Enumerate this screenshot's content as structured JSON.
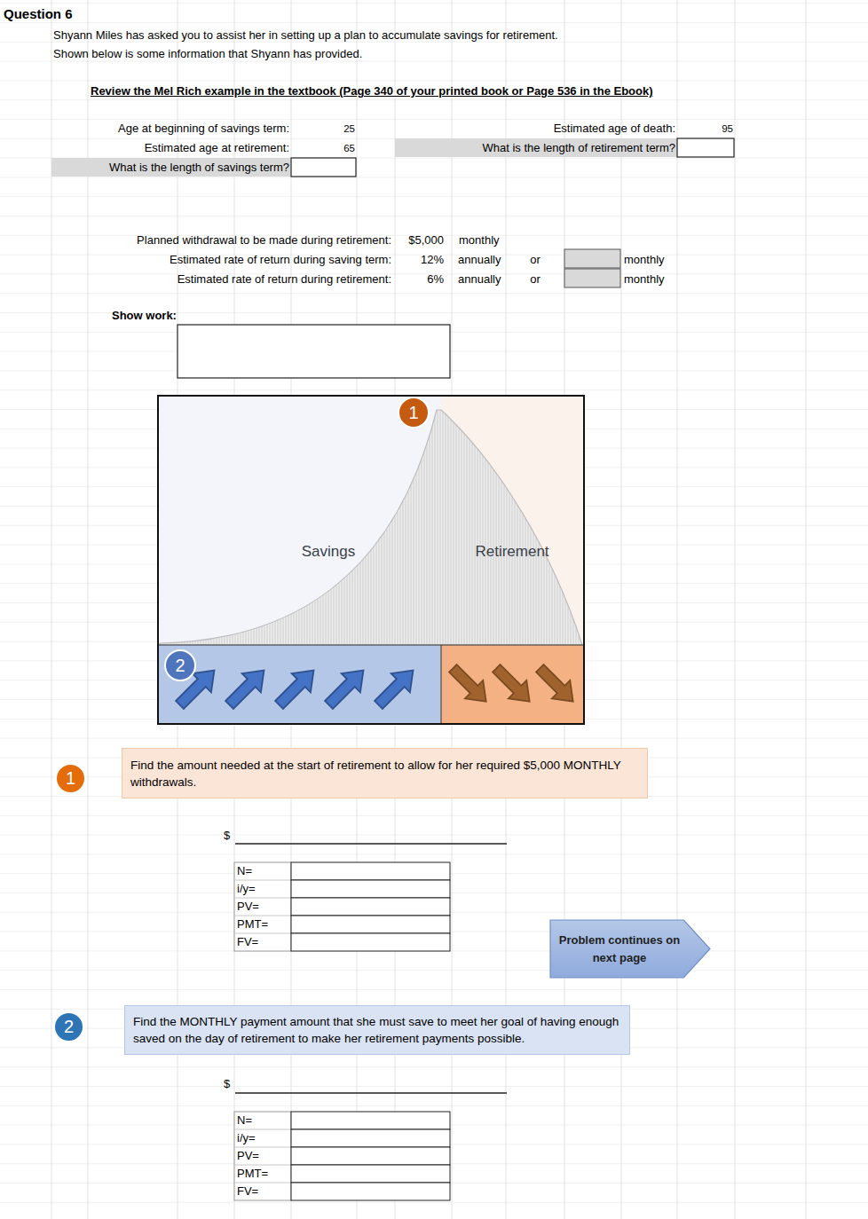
{
  "diagram": {
    "title": "Question 6",
    "nodes": [
      {
        "text": [
          "1"
        ]
      },
      {
        "text": [
          "Savings"
        ]
      },
      {
        "text": [
          "Retirement"
        ]
      },
      {
        "text": [
          "2"
        ]
      },
      {
        "text": [
          "1"
        ]
      },
      {
        "text": [
          "Find the amount needed at the start of retirement to allow for her required $5,000 MONTHLY withdrawals."
        ]
      },
      {
        "text": [
          "Problem continues on next page"
        ]
      },
      {
        "text": [
          "2"
        ]
      },
      {
        "text": [
          "Find the MONTHLY payment amount that she must save to meet her goal of having enough saved on the day of retirement to make her retirement payments possible."
        ]
      }
    ],
    "labels": [
      "Shyann Miles has asked you to assist her in setting up a plan to accumulate savings for retirement.",
      "Shown below is some information that Shyann has provided.",
      "Review the Mel Rich example in the textbook (Page 340 of your printed book or Page 536 in the Ebook)",
      "Age at beginning of savings term:",
      "25",
      "Estimated age of death:",
      "95",
      "Estimated age at retirement:",
      "65",
      "What is the length of retirement term?",
      "What is the length of savings term?",
      "Planned withdrawal to be made during retirement:",
      "$5,000",
      "monthly",
      "Estimated rate of return during saving term:",
      "12%",
      "annually",
      "or",
      "monthly",
      "Estimated rate of return during retirement:",
      "6%",
      "annually",
      "or",
      "monthly",
      "Show work:",
      "$",
      "N=",
      "i/y=",
      "PV=",
      "PMT=",
      "FV=",
      "$",
      "N=",
      "i/y=",
      "PV=",
      "PMT=",
      "FV="
    ]
  }
}
